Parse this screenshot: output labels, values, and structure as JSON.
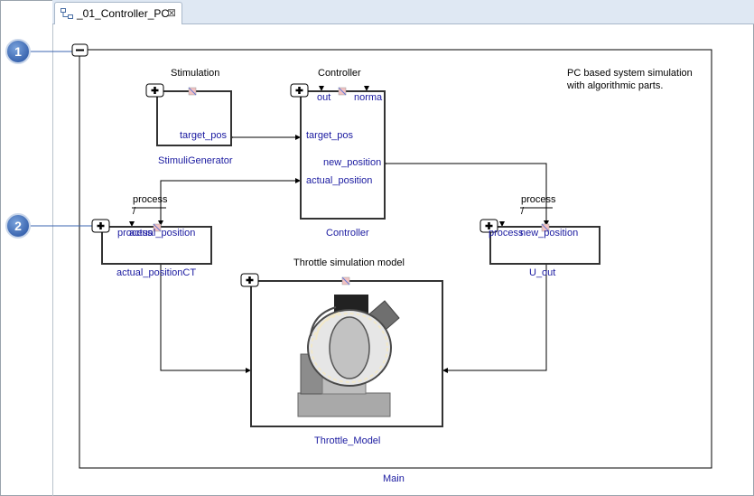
{
  "tab": {
    "title": "_01_Controller_PC",
    "icon": "diagram-icon"
  },
  "callouts": [
    "1",
    "2"
  ],
  "diagram": {
    "name": "Main",
    "note_line1": "PC based system simulation",
    "note_line2": "with algorithmic parts.",
    "blocks": {
      "stimulation": {
        "title": "Stimulation",
        "name": "StimuliGenerator",
        "port_out": "target_pos"
      },
      "controller": {
        "title": "Controller",
        "name": "Controller",
        "port_out_top": "out",
        "port_norma": "norma",
        "port_in1": "target_pos",
        "port_in2": "actual_position",
        "port_out": "new_position"
      },
      "actual_position_ct": {
        "name": "actual_positionCT",
        "param_label": "process",
        "param_slash": "/",
        "port_in": "process",
        "port_out": "actual_position"
      },
      "u_out": {
        "name": "U_out",
        "param_label": "process",
        "param_slash": "/",
        "port_in": "process",
        "port_out": "new_position"
      },
      "throttle": {
        "title": "Throttle simulation model",
        "name": "Throttle_Model"
      }
    }
  },
  "colors": {
    "accent": "#3b66b0",
    "port_text": "#1a1aa0",
    "tab_bg": "#dfe8f3"
  }
}
